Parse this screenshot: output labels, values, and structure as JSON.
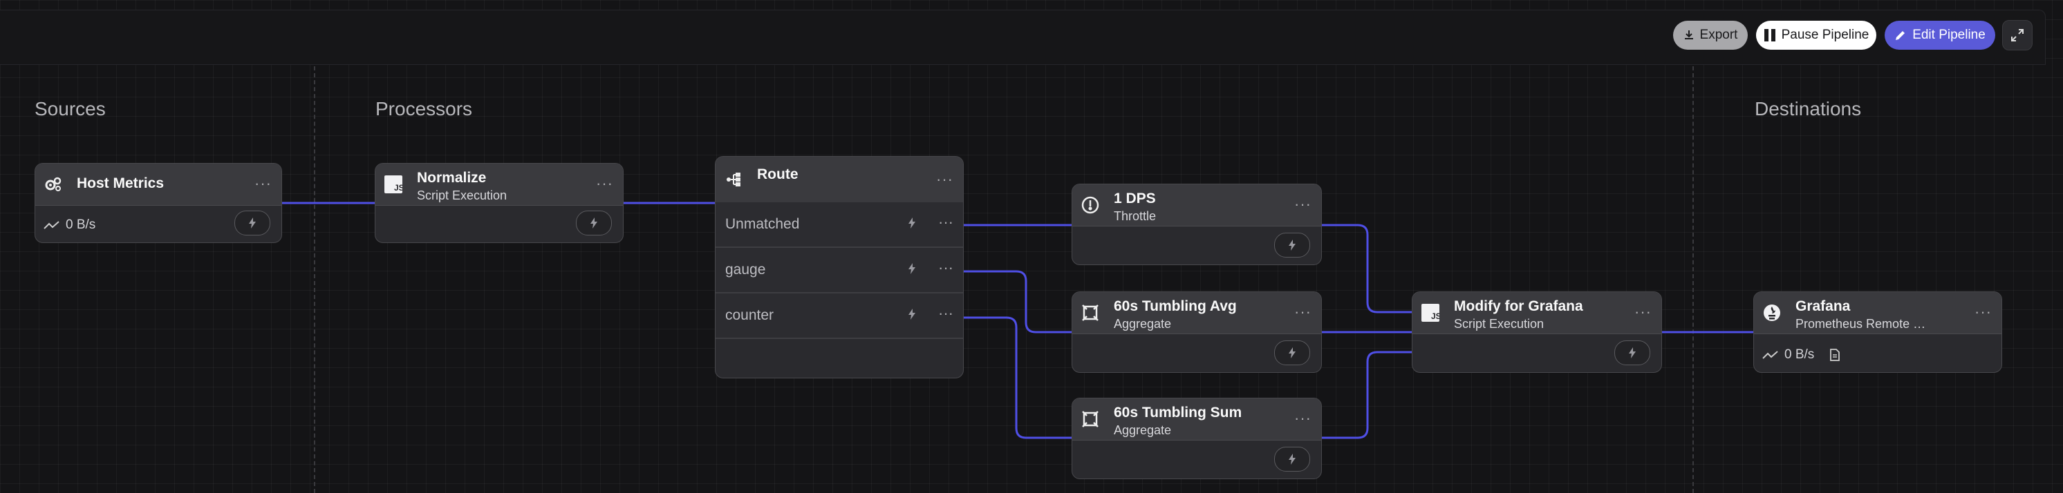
{
  "toolbar": {
    "export_label": "Export",
    "pause_label": "Pause Pipeline",
    "edit_label": "Edit Pipeline",
    "edit_color": "#5a5ad8"
  },
  "columns": {
    "sources": "Sources",
    "processors": "Processors",
    "destinations": "Destinations"
  },
  "nodes": {
    "host_metrics": {
      "title": "Host Metrics",
      "stat": "0 B/s",
      "icon": "gears-icon"
    },
    "normalize": {
      "title": "Normalize",
      "subtitle": "Script Execution",
      "icon": "js-icon"
    },
    "route": {
      "title": "Route",
      "icon": "route-icon",
      "rows": [
        "Unmatched",
        "gauge",
        "counter"
      ]
    },
    "dps": {
      "title": "1 DPS",
      "subtitle": "Throttle",
      "icon": "throttle-icon"
    },
    "avg": {
      "title": "60s Tumbling Avg",
      "subtitle": "Aggregate",
      "icon": "aggregate-icon"
    },
    "sum": {
      "title": "60s Tumbling Sum",
      "subtitle": "Aggregate",
      "icon": "aggregate-icon"
    },
    "modify": {
      "title": "Modify for Grafana",
      "subtitle": "Script Execution",
      "icon": "js-icon"
    },
    "grafana": {
      "title": "Grafana",
      "subtitle": "Prometheus Remote …",
      "stat": "0 B/s",
      "icon": "grafana-icon"
    }
  },
  "menu_glyph": "···",
  "link_color": "#4f4fe6"
}
